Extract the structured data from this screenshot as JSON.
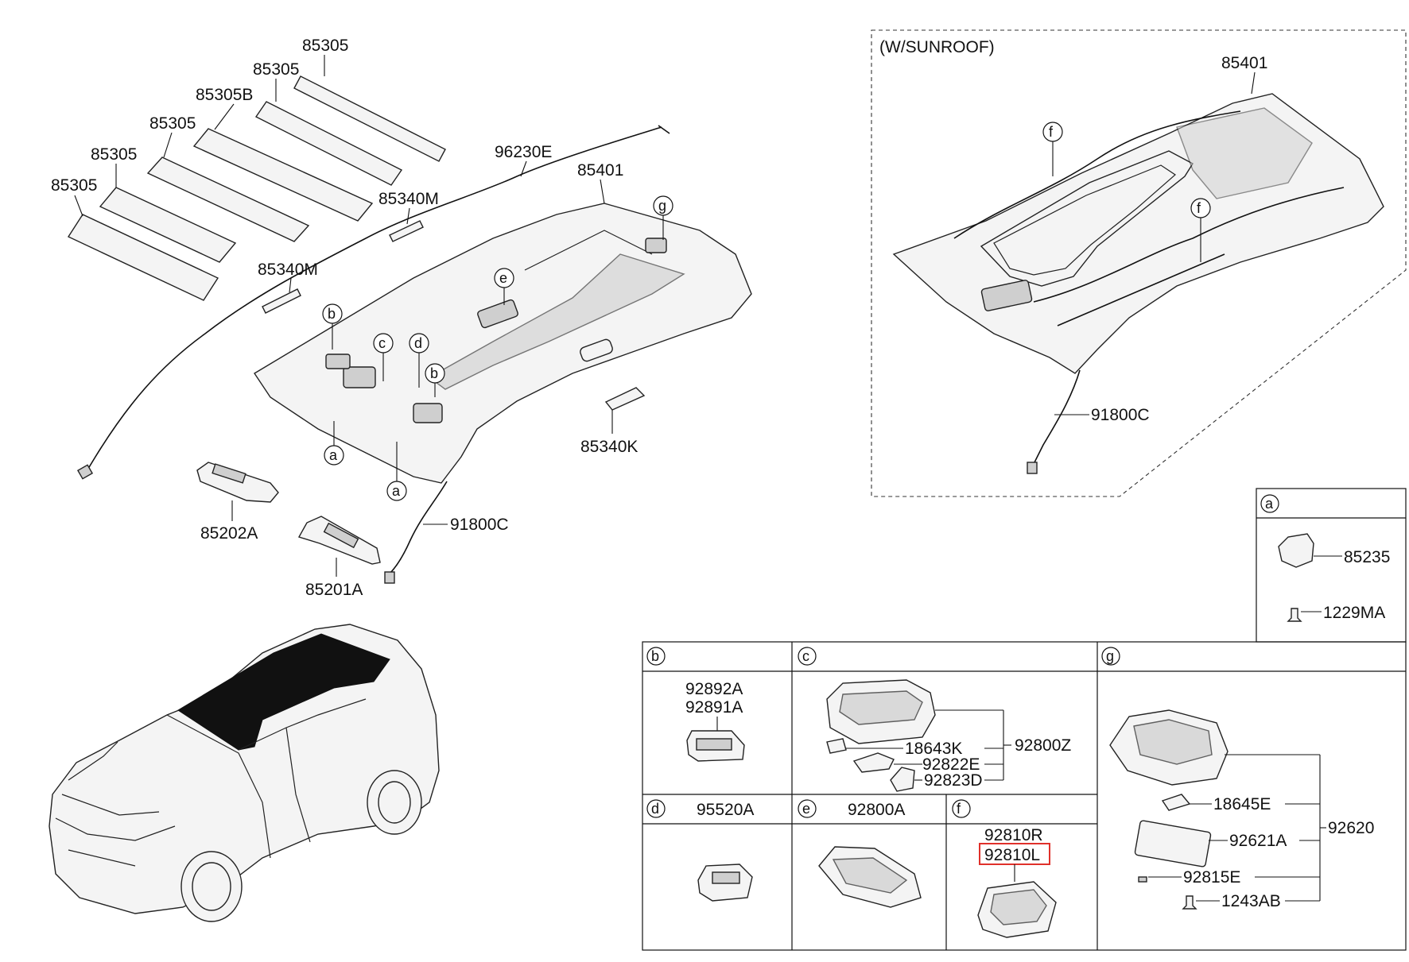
{
  "sunroof_title": "(W/SUNROOF)",
  "labels": {
    "p85305_1": "85305",
    "p85305_2": "85305",
    "p85305b": "85305B",
    "p85305_3": "85305",
    "p85305_4": "85305",
    "p85305_5": "85305",
    "p96230e": "96230E",
    "p85401_main": "85401",
    "p85340m_1": "85340M",
    "p85340m_2": "85340M",
    "p85340k": "85340K",
    "p91800c_main": "91800C",
    "p85202a": "85202A",
    "p85201a": "85201A",
    "p85401_sun": "85401",
    "p91800c_sun": "91800C",
    "p85235": "85235",
    "p1229ma": "1229MA",
    "p92892a": "92892A",
    "p92891a": "92891A",
    "p18643k": "18643K",
    "p92800z": "92800Z",
    "p92822e": "92822E",
    "p92823d": "92823D",
    "p95520a": "95520A",
    "p92800a": "92800A",
    "p92810r": "92810R",
    "p92810l": "92810L",
    "p18645e": "18645E",
    "p92620": "92620",
    "p92621a": "92621A",
    "p92815e": "92815E",
    "p1243ab": "1243AB"
  },
  "callouts": {
    "a": "a",
    "b": "b",
    "c": "c",
    "d": "d",
    "e": "e",
    "f": "f",
    "g": "g"
  },
  "highlight_part": "92810L",
  "highlight_color": "#e0302a"
}
